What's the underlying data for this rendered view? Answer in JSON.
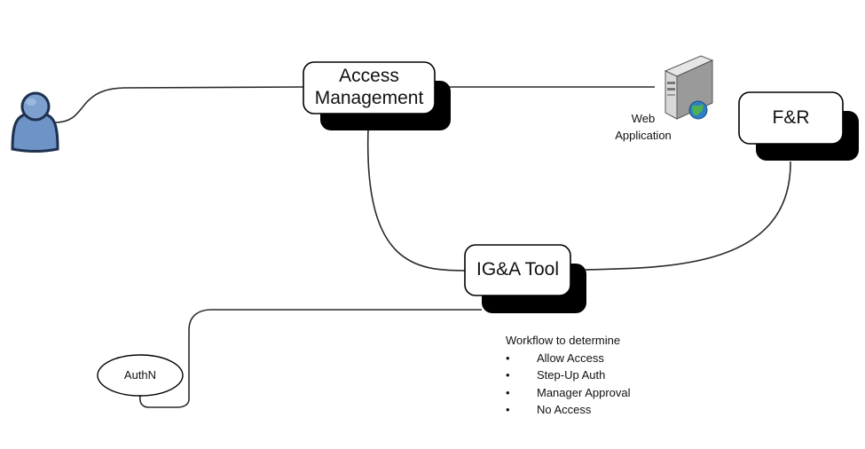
{
  "nodes": {
    "access_management": {
      "line1": "Access",
      "line2": "Management"
    },
    "fr": {
      "label": "F&R"
    },
    "iga_tool": {
      "label": "IG&A Tool"
    },
    "authn": {
      "label": "AuthN"
    },
    "web_application": {
      "line1": "Web",
      "line2": "Application"
    }
  },
  "workflow": {
    "heading": "Workflow to determine",
    "items": [
      "Allow Access",
      "Step-Up Auth",
      "Manager Approval",
      "No Access"
    ]
  },
  "icons": {
    "user": "user-icon",
    "server": "server-globe-icon"
  },
  "colors": {
    "box_fill": "#ffffff",
    "shadow": "#000000",
    "stroke": "#2a2a2a",
    "user_blue": "#6e93c6",
    "user_outline": "#1e3150"
  }
}
